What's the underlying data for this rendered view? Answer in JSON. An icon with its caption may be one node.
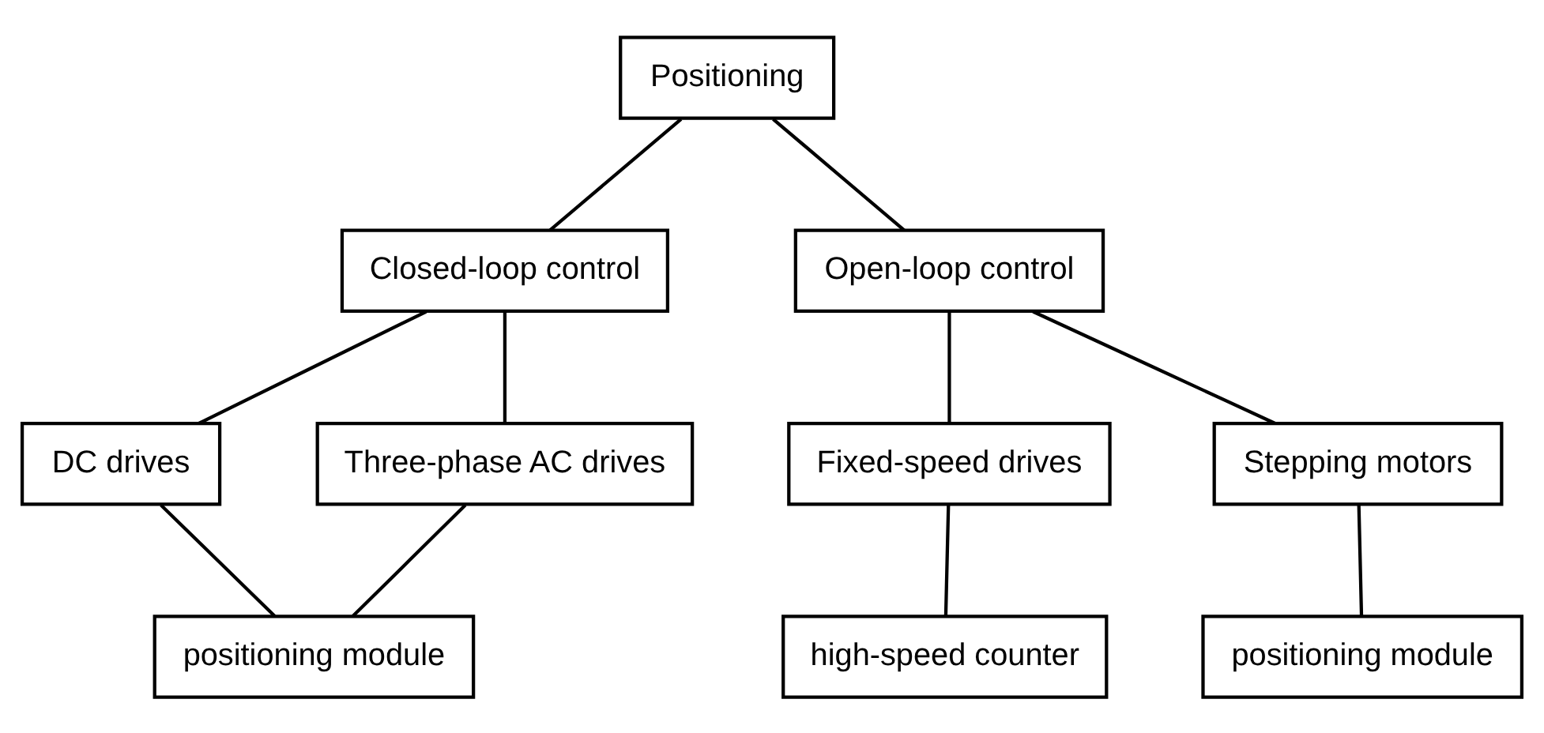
{
  "diagram": {
    "nodes": [
      {
        "text": [
          "Positioning"
        ]
      },
      {
        "text": [
          "Closed-loop control"
        ]
      },
      {
        "text": [
          "Open-loop control"
        ]
      },
      {
        "text": [
          "DC drives"
        ]
      },
      {
        "text": [
          "Three-phase AC drives"
        ]
      },
      {
        "text": [
          "Fixed-speed drives"
        ]
      },
      {
        "text": [
          "Stepping motors"
        ]
      },
      {
        "text": [
          "positioning module"
        ]
      },
      {
        "text": [
          "high-speed counter"
        ]
      },
      {
        "text": [
          "positioning module"
        ]
      }
    ],
    "edges": [
      {
        "from": 0,
        "to": 1,
        "arrow": "none"
      },
      {
        "from": 0,
        "to": 2,
        "arrow": "none"
      },
      {
        "from": 1,
        "to": 3,
        "arrow": "none"
      },
      {
        "from": 1,
        "to": 4,
        "arrow": "none"
      },
      {
        "from": 2,
        "to": 5,
        "arrow": "none"
      },
      {
        "from": 2,
        "to": 6,
        "arrow": "none"
      },
      {
        "from": 3,
        "to": 7,
        "arrow": "none"
      },
      {
        "from": 4,
        "to": 7,
        "arrow": "none"
      },
      {
        "from": 5,
        "to": 8,
        "arrow": "none"
      },
      {
        "from": 6,
        "to": 9,
        "arrow": "none"
      }
    ]
  }
}
